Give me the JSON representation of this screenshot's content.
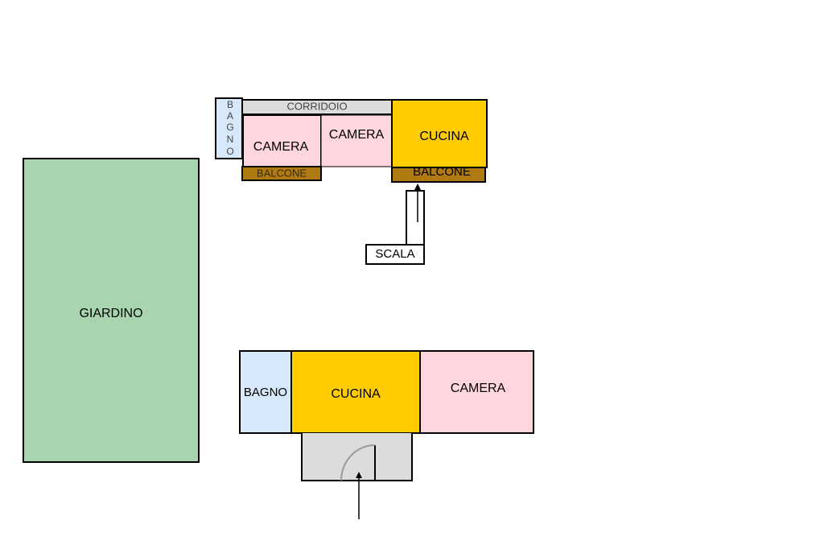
{
  "colors": {
    "garden": "#a8d5b0",
    "bathroom": "#d6e8fa",
    "kitchen": "#ffcc00",
    "bedroom": "#ffd6de",
    "balcony": "#b07a12",
    "corridor": "#dcdcdc",
    "entrance": "#dcdcdc",
    "outline": "#000000"
  },
  "garden": {
    "label": "GIARDINO"
  },
  "upper_floor": {
    "bathroom": {
      "label": "BAGNO",
      "letters": [
        "B",
        "A",
        "G",
        "N",
        "O"
      ]
    },
    "corridor": {
      "label": "CORRIDOIO"
    },
    "bedroom_1": {
      "label": "CAMERA"
    },
    "bedroom_2": {
      "label": "CAMERA"
    },
    "kitchen": {
      "label": "CUCINA"
    },
    "balcony_1": {
      "label": "BALCONE"
    },
    "balcony_2": {
      "label": "BALCONE"
    },
    "stairs": {
      "label": "SCALA"
    }
  },
  "ground_floor": {
    "bathroom": {
      "label": "BAGNO"
    },
    "kitchen": {
      "label": "CUCINA"
    },
    "bedroom": {
      "label": "CAMERA"
    }
  }
}
